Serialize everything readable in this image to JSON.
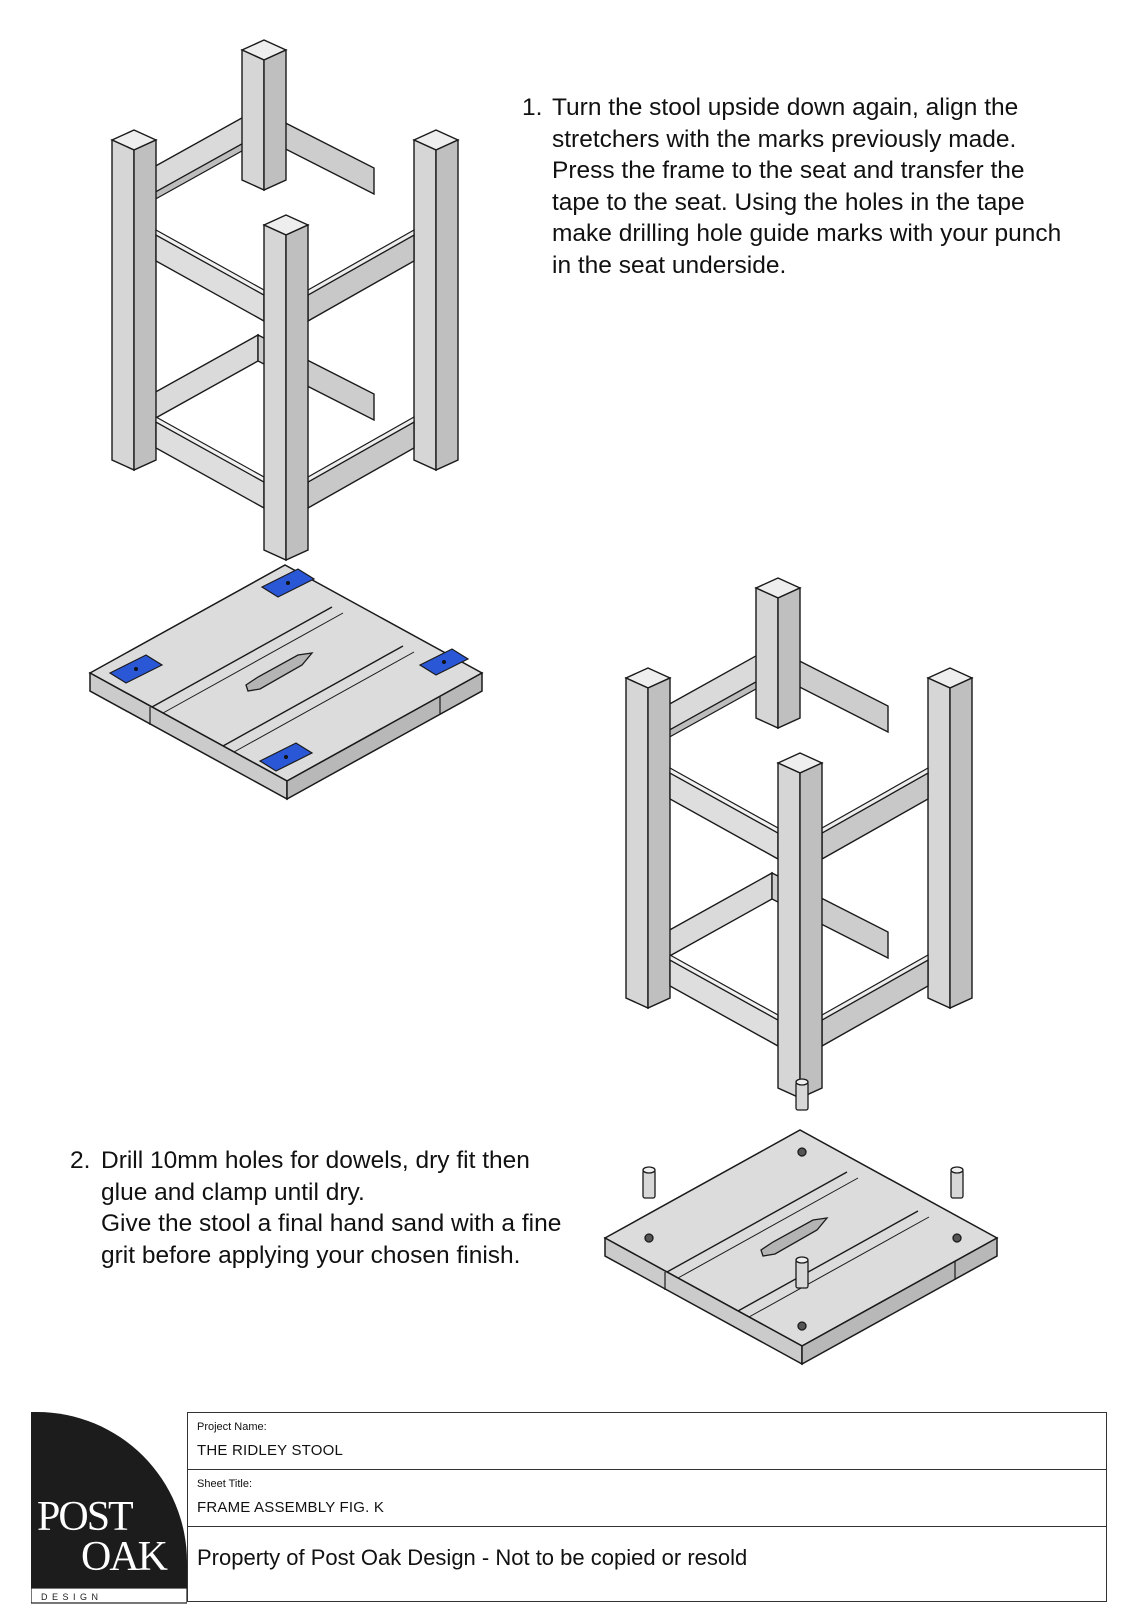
{
  "steps": [
    {
      "number": "1.",
      "lines": [
        "Turn the stool upside down again, align the",
        "stretchers with the marks previously made.",
        "Press the frame to the seat and transfer the",
        "tape to the seat. Using the holes in the tape",
        "make drilling hole guide marks with your punch",
        "in the seat underside."
      ]
    },
    {
      "number": "2.",
      "lines": [
        "Drill 10mm holes for dowels, dry fit then",
        "glue and clamp until dry.",
        "Give the stool a final hand sand with a fine",
        "grit before applying your chosen finish."
      ]
    }
  ],
  "title_block": {
    "project_name_label": "Project Name:",
    "project_name": "THE RIDLEY STOOL",
    "sheet_title_label": "Sheet Title:",
    "sheet_title": "FRAME ASSEMBLY FIG. K",
    "notice": "Property of Post Oak Design - Not to be copied or resold",
    "logo": {
      "line1": "POST",
      "line2": "OAK",
      "line3": "D E S I G N"
    }
  },
  "colors": {
    "wood": "#d9d9d9",
    "wood_shade": "#c4c4c4",
    "wood_dark": "#b0b0b0",
    "tape": "#2a57d6",
    "outline": "#1a1a1a",
    "logo_black": "#1c1c1c"
  }
}
